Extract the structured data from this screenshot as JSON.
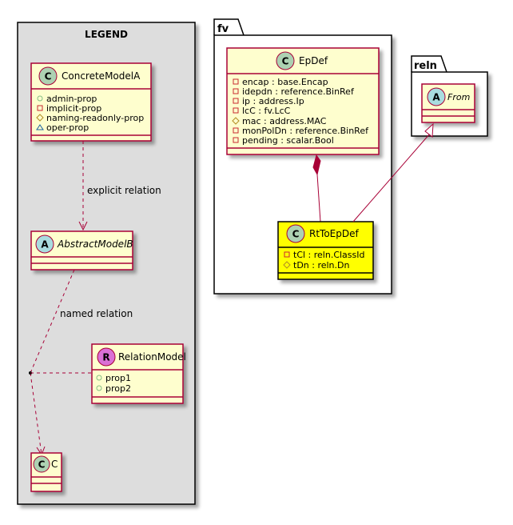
{
  "legend": {
    "title": "LEGEND",
    "concrete": {
      "stereotype": "C",
      "name": "ConcreteModelA",
      "members": [
        {
          "visibility": "public",
          "text": "admin-prop"
        },
        {
          "visibility": "private",
          "text": "implicit-prop"
        },
        {
          "visibility": "protected",
          "text": "naming-readonly-prop"
        },
        {
          "visibility": "package",
          "text": "oper-prop"
        }
      ]
    },
    "explicit_relation_label": "explicit relation",
    "abstract": {
      "stereotype": "A",
      "name": "AbstractModelB"
    },
    "named_relation_label": "named relation",
    "relation_model": {
      "stereotype": "R",
      "name": "RelationModel",
      "members": [
        {
          "visibility": "public",
          "text": "prop1"
        },
        {
          "visibility": "public",
          "text": "prop2"
        }
      ]
    },
    "c_class": {
      "stereotype": "C",
      "name": "C"
    }
  },
  "fv": {
    "package": "fv",
    "epdef": {
      "stereotype": "C",
      "name": "EpDef",
      "members": [
        {
          "visibility": "private",
          "text": "encap : base.Encap"
        },
        {
          "visibility": "private",
          "text": "idepdn : reference.BinRef"
        },
        {
          "visibility": "private",
          "text": "ip : address.Ip"
        },
        {
          "visibility": "private",
          "text": "lcC : fv.LcC"
        },
        {
          "visibility": "protected",
          "text": "mac : address.MAC"
        },
        {
          "visibility": "private",
          "text": "monPolDn : reference.BinRef"
        },
        {
          "visibility": "private",
          "text": "pending : scalar.Bool"
        }
      ]
    },
    "rttoepdef": {
      "stereotype": "C",
      "name": "RtToEpDef",
      "members": [
        {
          "visibility": "private",
          "text": "tCl : reln.ClassId"
        },
        {
          "visibility": "protected",
          "text": "tDn : reln.Dn"
        }
      ]
    }
  },
  "reln": {
    "package": "reln",
    "from": {
      "stereotype": "A",
      "name": "From"
    }
  },
  "colors": {
    "class_fill": "#FEFECE",
    "class_border": "#A80036",
    "highlight_fill": "#FFFF00",
    "highlight_border": "#000000",
    "legend_bg": "#DDDDDD",
    "circle_c": "#ADD1B2",
    "circle_a": "#A9DCDF",
    "circle_r": "#DA70D6",
    "private": "#C82930",
    "protected": "#B38D22",
    "public": "#84BE84",
    "package": "#1963A0"
  }
}
